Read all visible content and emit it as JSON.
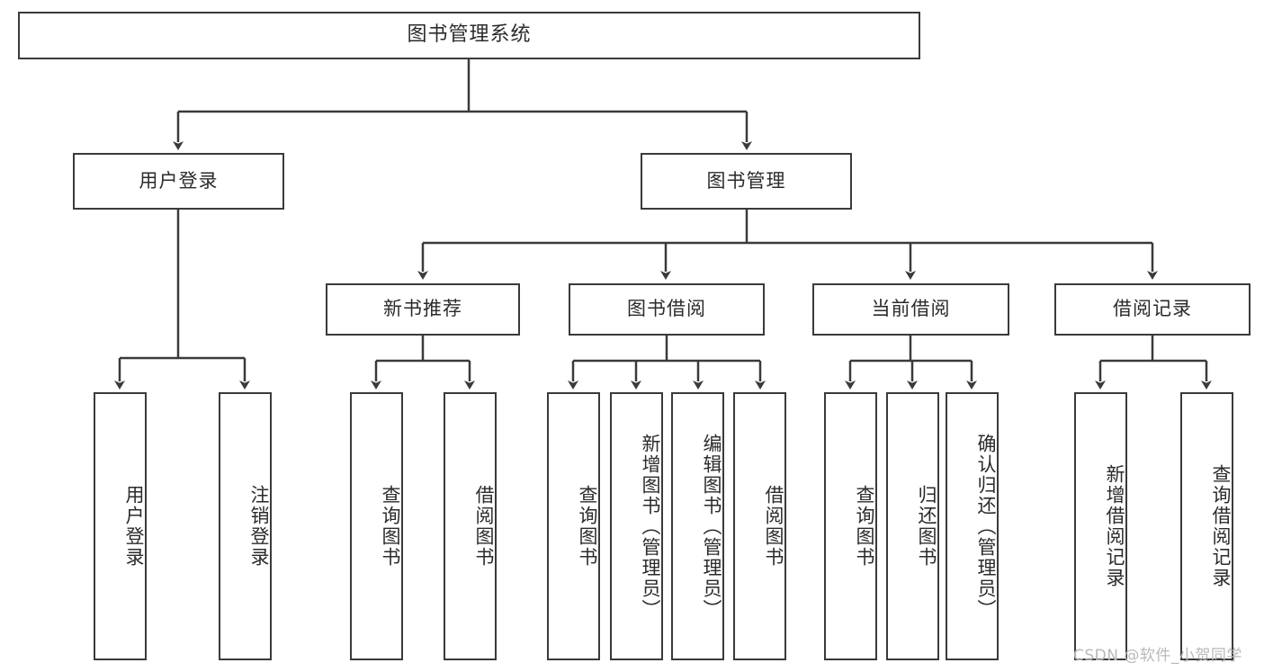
{
  "diagram": {
    "title": "图书管理系统",
    "watermark": "CSDN @软件_小贺同学",
    "line_color": "#3a3a3a",
    "text_color": "#2b2b2b",
    "background": "#ffffff"
  },
  "root": {
    "label": "图书管理系统"
  },
  "level2": [
    {
      "label": "用户登录"
    },
    {
      "label": "图书管理"
    }
  ],
  "level3": [
    {
      "label": "新书推荐"
    },
    {
      "label": "图书借阅"
    },
    {
      "label": "当前借阅"
    },
    {
      "label": "借阅记录"
    }
  ],
  "leaves": {
    "user_login": [
      {
        "label": "用户登录"
      },
      {
        "label": "注销登录"
      }
    ],
    "new_book": [
      {
        "label": "查询图书"
      },
      {
        "label": "借阅图书"
      }
    ],
    "book_borrow": [
      {
        "label": "查询图书"
      },
      {
        "label": "新增图书（管理员）"
      },
      {
        "label": "编辑图书（管理员）"
      },
      {
        "label": "借阅图书"
      }
    ],
    "current_borrow": [
      {
        "label": "查询图书"
      },
      {
        "label": "归还图书"
      },
      {
        "label": "确认归还（管理员）"
      }
    ],
    "borrow_record": [
      {
        "label": "新增借阅记录"
      },
      {
        "label": "查询借阅记录"
      }
    ]
  }
}
